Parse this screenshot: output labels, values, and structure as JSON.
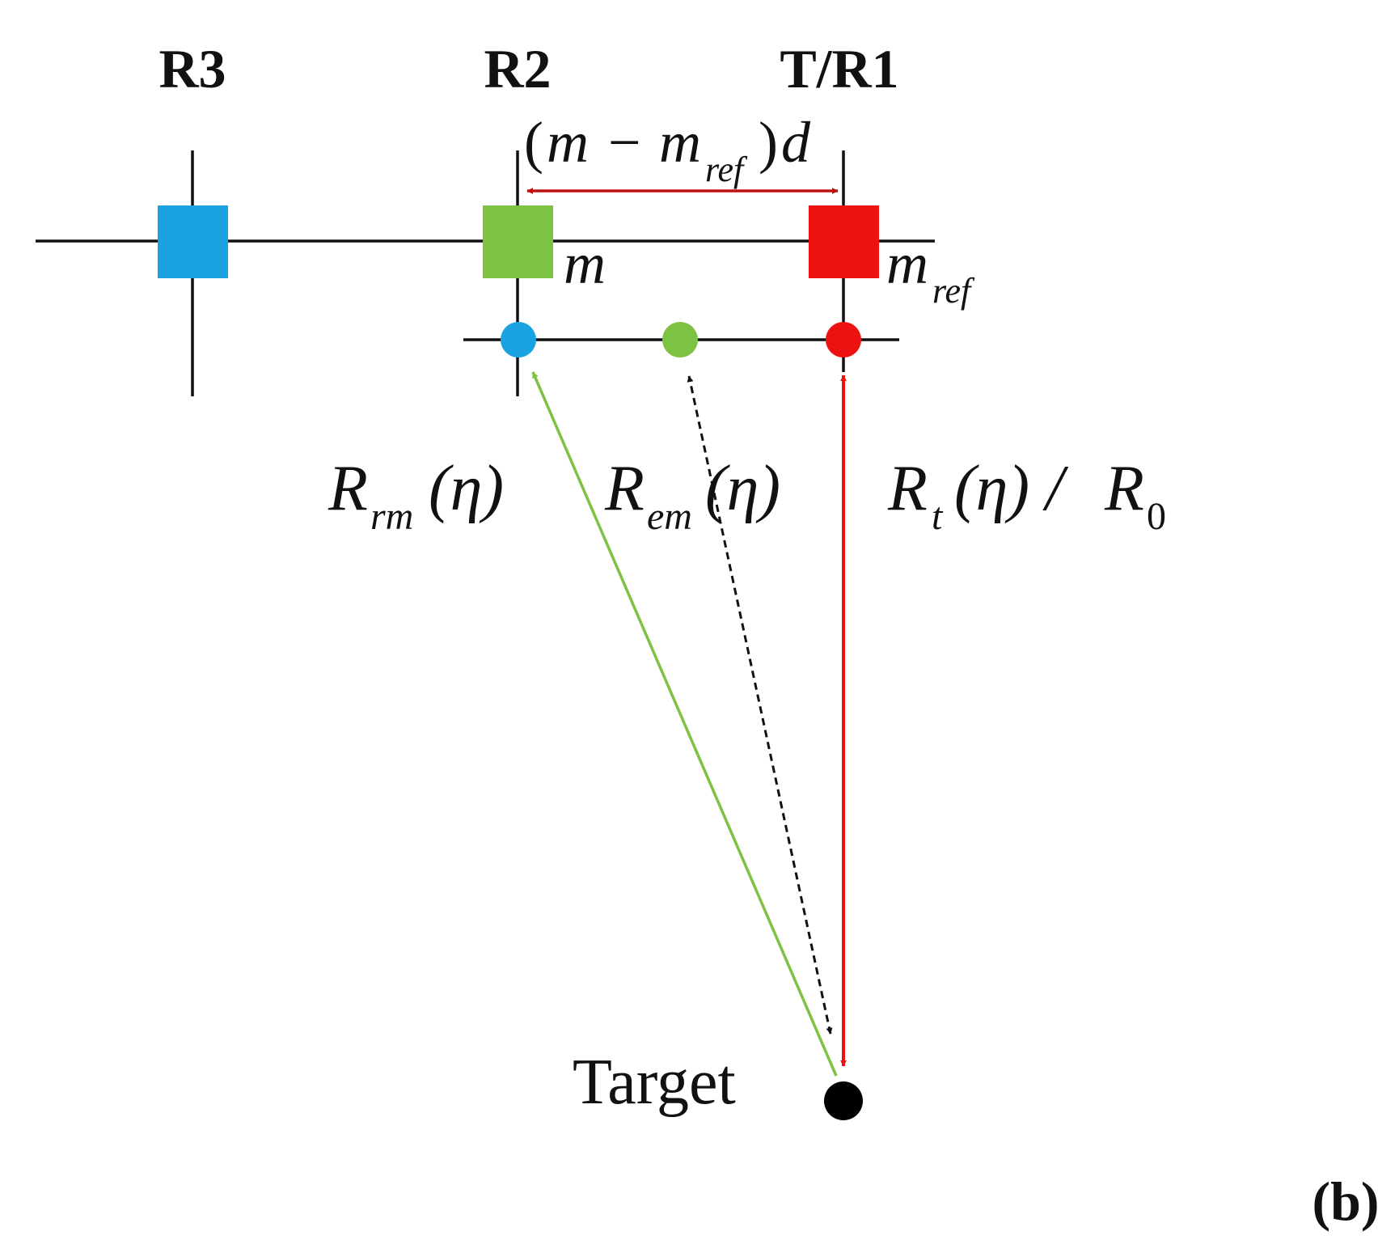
{
  "labels": {
    "receiver_3": "R3",
    "receiver_2": "R2",
    "transmitter_receiver_1": "T/R1",
    "target": "Target",
    "panel": "(b)"
  },
  "math": {
    "baseline_open": "(",
    "baseline_m": "m",
    "baseline_minus": "−",
    "baseline_m2": "m",
    "baseline_ref_sub": "ref",
    "baseline_close": ")",
    "baseline_d": "d",
    "element_m": "m",
    "element_mref": "m",
    "element_mref_sub": "ref",
    "rrm_R": "R",
    "rrm_sub": "rm",
    "rrm_arg": "(η)",
    "rem_R": "R",
    "rem_sub": "em",
    "rem_arg": "(η)",
    "rt_R": "R",
    "rt_sub": "t",
    "rt_arg": "(η) / ",
    "r0_R": "R",
    "r0_sub": "0"
  },
  "colors": {
    "receiver_3": "#1aa3e0",
    "receiver_2": "#7dc242",
    "transmitter": "#ee1111",
    "baseline_arrow": "#c01010",
    "target": "#000000",
    "line": "#111111"
  }
}
